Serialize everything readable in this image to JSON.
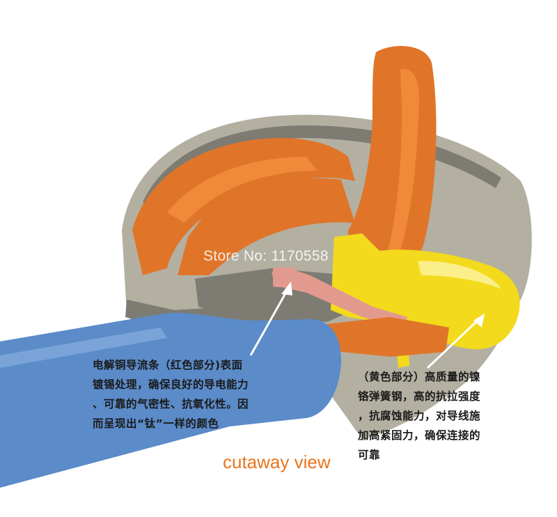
{
  "labels": {
    "copper_bar": "电解铜导流条（红色部分)表面\n镀锡处理，确保良好的导电能力\n、可靠的气密性、抗氧化性。因\n而呈现出“钛”一样的颜色",
    "spring_steel": "（黄色部分）高质量的镍\n铬弹簧钢，高的抗拉强度\n，抗腐蚀能力，对导线施\n加高紧固力，确保连接的\n可靠"
  },
  "watermark": "Store No: 1170558",
  "caption": "cutaway view",
  "colors": {
    "housing": "#b3b0a2",
    "housing_dark": "#7d7b72",
    "lever": "#e0752a",
    "lever_light": "#f08a38",
    "wire_insulation": "#5b8bc9",
    "spring": "#f3da1c",
    "copper": "#e39a8e",
    "caption": "#e8741c"
  }
}
